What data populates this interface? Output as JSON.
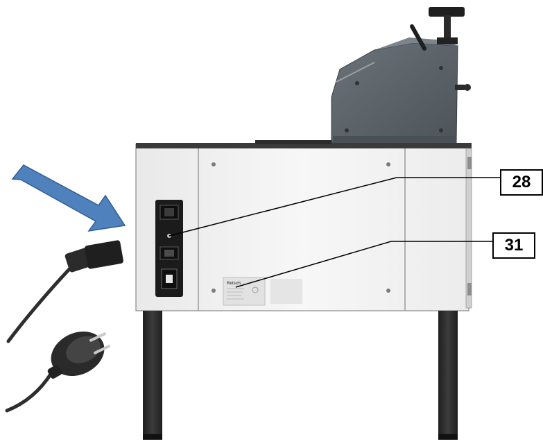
{
  "callouts": [
    {
      "label": "28"
    },
    {
      "label": "31"
    }
  ],
  "plate": {
    "brand": "Retsch"
  },
  "colors": {
    "arrow": "#4f81bd",
    "housing": "#f4f4f4",
    "top_unit": "#5e666d",
    "legs": "#2b2b2b",
    "cable": "#2e2e2e"
  }
}
